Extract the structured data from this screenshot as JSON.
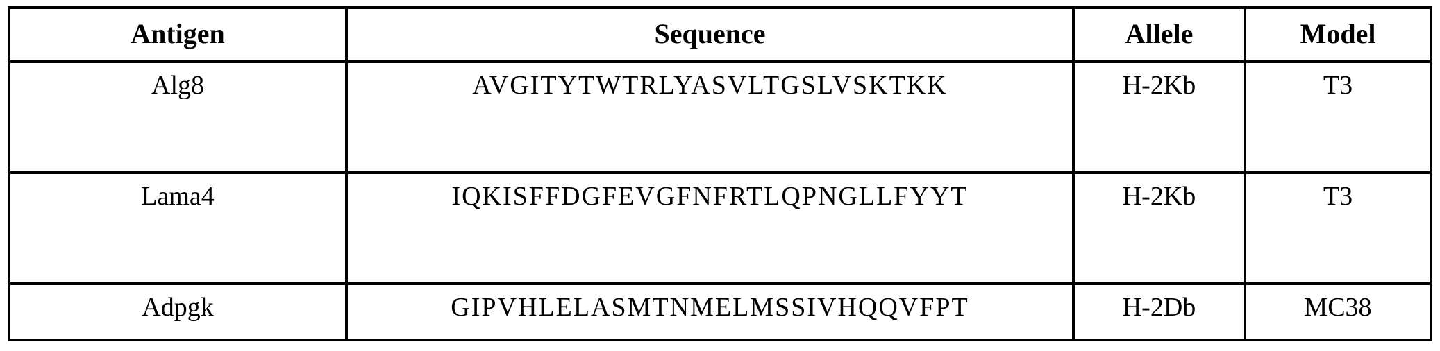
{
  "table": {
    "columns": [
      {
        "key": "antigen",
        "label": "Antigen"
      },
      {
        "key": "sequence",
        "label": "Sequence"
      },
      {
        "key": "allele",
        "label": "Allele"
      },
      {
        "key": "model",
        "label": "Model"
      }
    ],
    "rows": [
      {
        "antigen": "Alg8",
        "sequence": "AVGITYTWTRLYASVLTGSLVSKTKK",
        "allele": "H-2Kb",
        "model": "T3"
      },
      {
        "antigen": "Lama4",
        "sequence": "IQKISFFDGFEVGFNFRTLQPNGLLFYYT",
        "allele": "H-2Kb",
        "model": "T3"
      },
      {
        "antigen": "Adpgk",
        "sequence": "GIPVHLELASMTNMELMSSIVHQQVFPT",
        "allele": "H-2Db",
        "model": "MC38"
      }
    ]
  },
  "colors": {
    "border": "#000000",
    "text": "#000000",
    "background": "#ffffff"
  }
}
